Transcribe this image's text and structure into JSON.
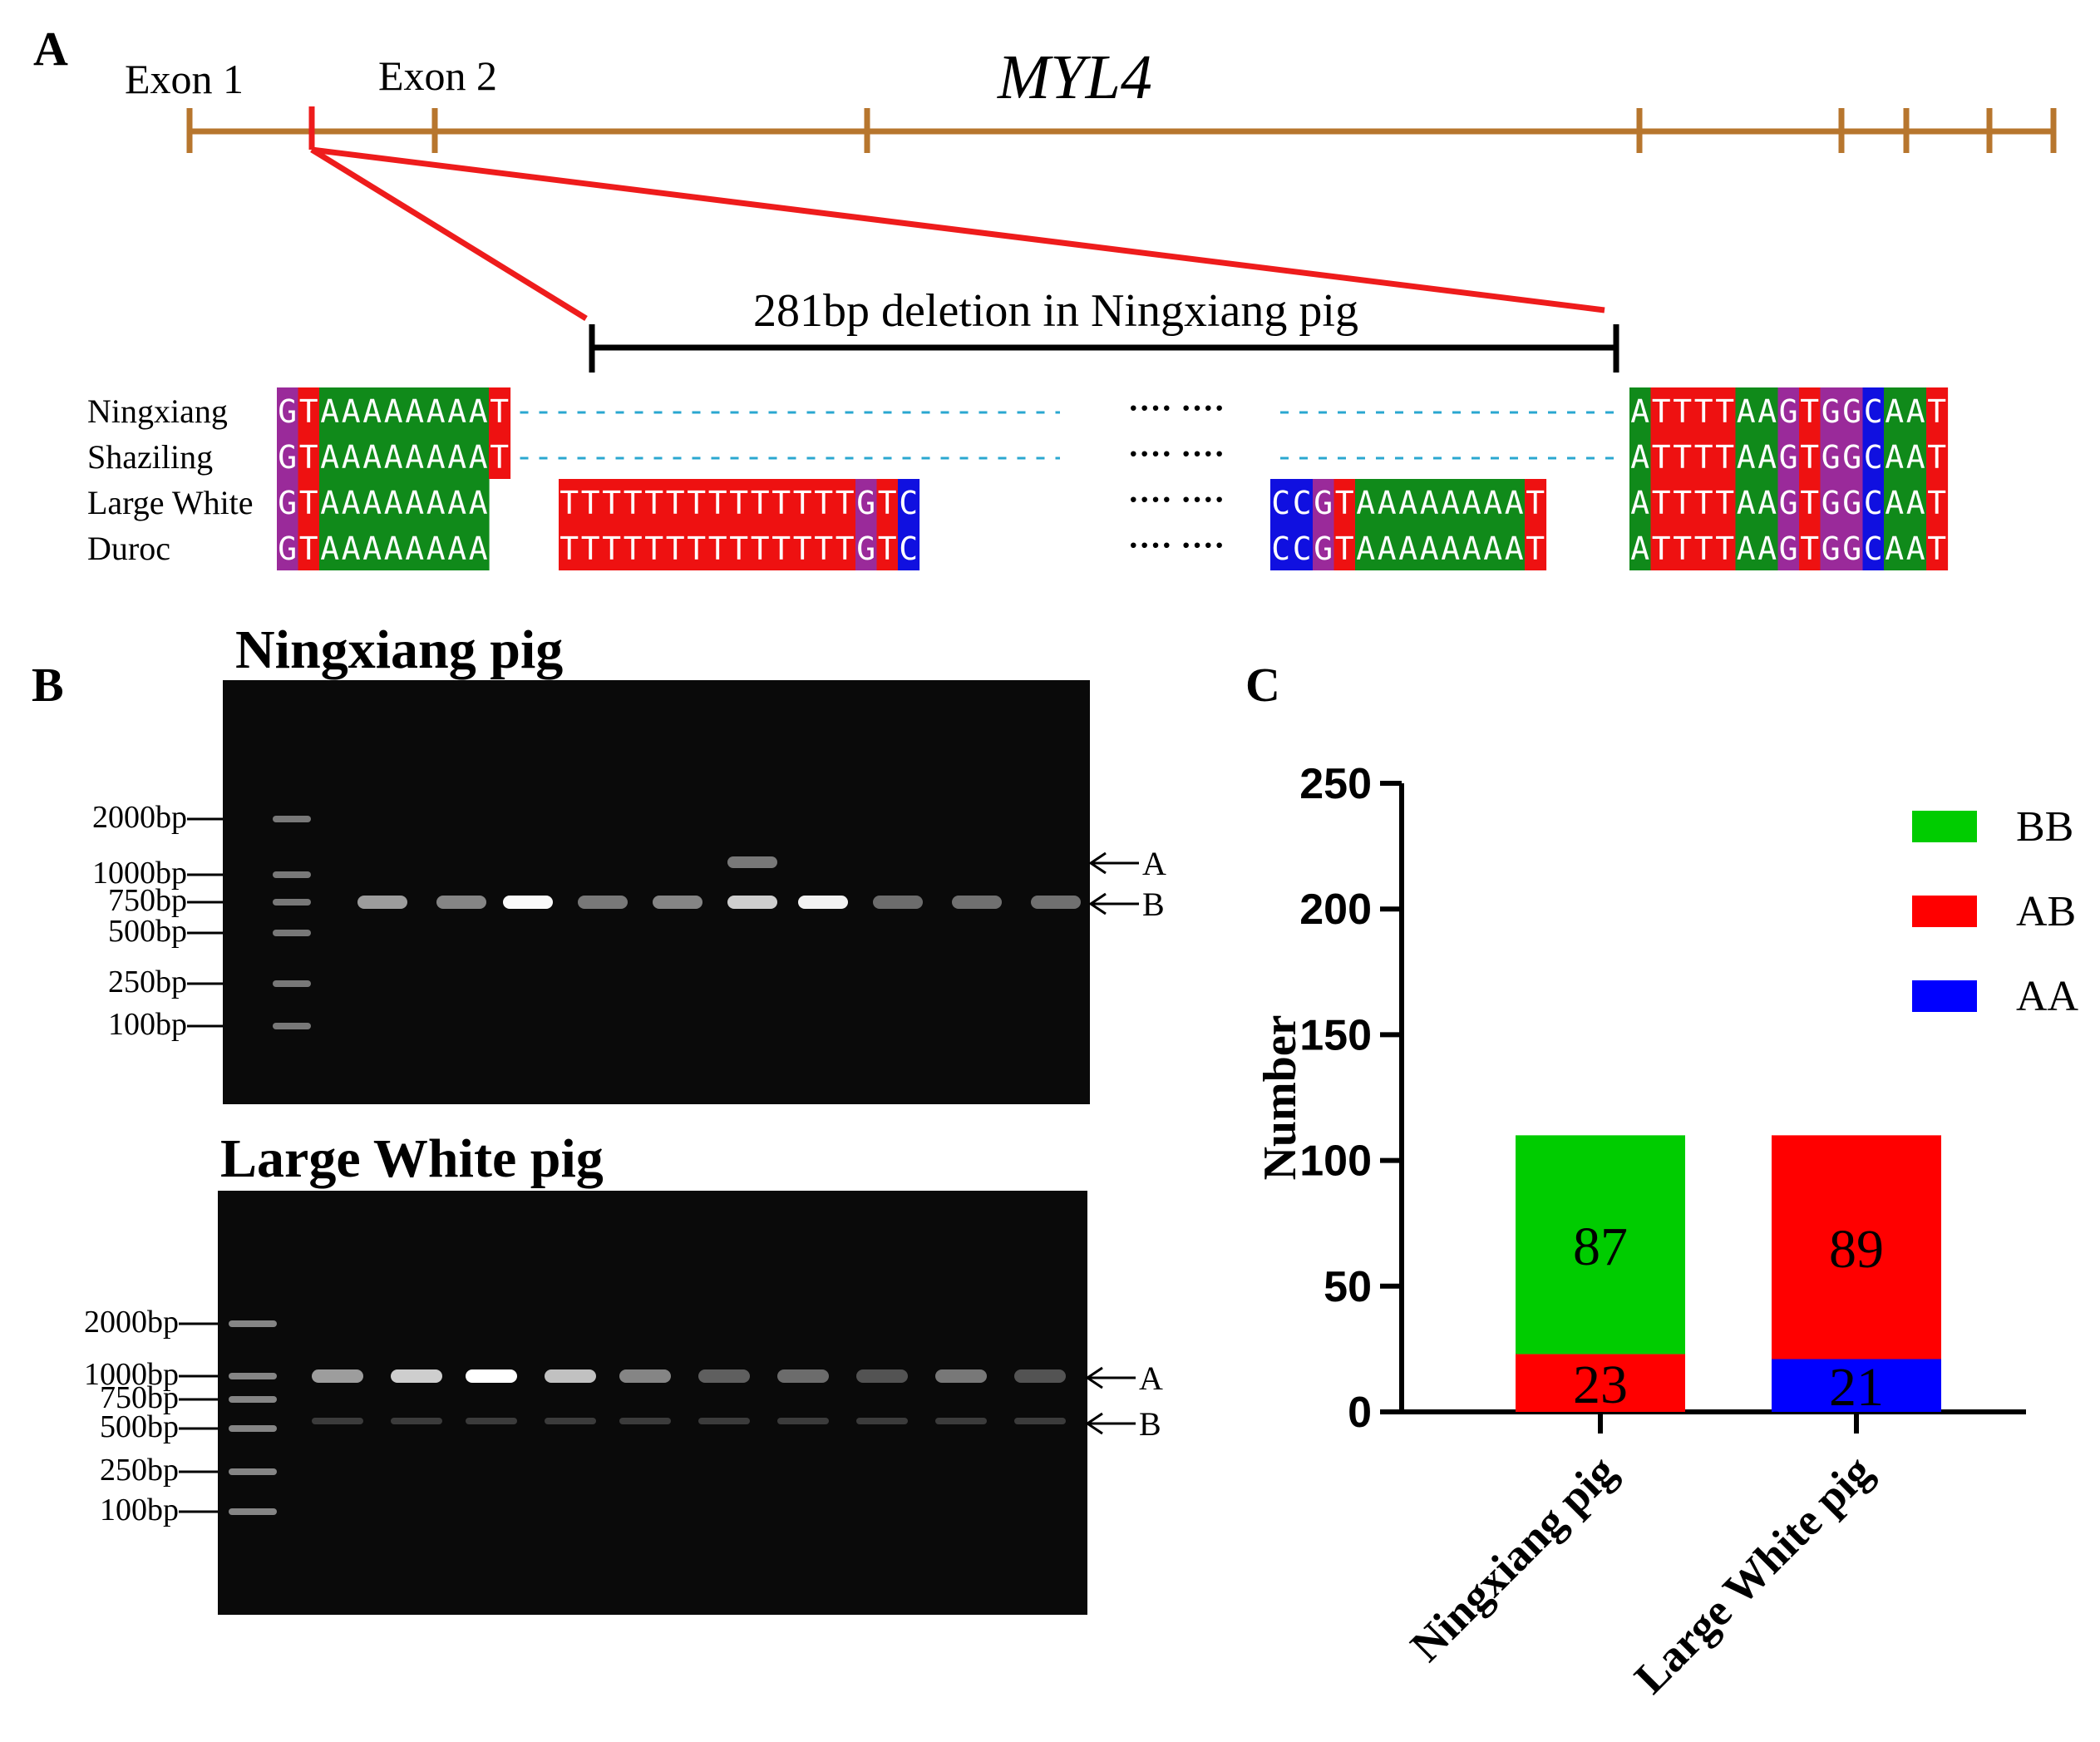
{
  "panel_a": {
    "label": "A",
    "gene": "MYL4",
    "exon1_label": "Exon 1",
    "exon2_label": "Exon 2",
    "deletion_label": "281bp deletion in Ningxiang pig",
    "ellipsis": "····  ····",
    "colors": {
      "gene_line": "#b7762e",
      "deletion_marker": "#ee1c1c",
      "A": "#108a1a",
      "T": "#ee1111",
      "G": "#9a2a9a",
      "C": "#1010e0"
    },
    "rows": [
      {
        "name": "Ningxiang",
        "left": "GTAAAAAAAAT",
        "mid_left": "",
        "mid_right": "",
        "right": "ATTTTAAGTGGCAAT",
        "gap": true
      },
      {
        "name": "Shaziling",
        "left": "GTAAAAAAAAT",
        "mid_left": "",
        "mid_right": "",
        "right": "ATTTTAAGTGGCAAT",
        "gap": true
      },
      {
        "name": "Large White",
        "left": "GTAAAAAAAA",
        "mid_left": "TTTTTTTTTTTTTTGTC",
        "mid_right": "CCGTAAAAAAAAT",
        "right": "ATTTTAAGTGGCAAT",
        "gap": false
      },
      {
        "name": "Duroc",
        "left": "GTAAAAAAAA",
        "mid_left": "TTTTTTTTTTTTTTGTC",
        "mid_right": "CCGTAAAAAAAAT",
        "right": "ATTTTAAGTGGCAAT",
        "gap": false
      }
    ]
  },
  "panel_b": {
    "label": "B",
    "gel1_title": "Ningxiang pig",
    "gel2_title": "Large White pig",
    "ladder1": [
      "2000bp",
      "1000bp",
      "750bp",
      "500bp",
      "250bp",
      "100bp"
    ],
    "ladder2": [
      "2000bp",
      "1000bp",
      "750bp",
      "500bp",
      "250bp",
      "100bp"
    ],
    "band_a": "A",
    "band_b": "B"
  },
  "panel_c": {
    "label": "C",
    "legend": [
      {
        "name": "BB",
        "color": "#00cc00"
      },
      {
        "name": "AB",
        "color": "#ff0000"
      },
      {
        "name": "AA",
        "color": "#0000ff"
      }
    ]
  },
  "chart_data": {
    "type": "bar",
    "stacked": true,
    "categories": [
      "Ningxiang pig",
      "Large White pig"
    ],
    "series": [
      {
        "name": "AA",
        "color": "#0000ff",
        "values": [
          0,
          21
        ]
      },
      {
        "name": "AB",
        "color": "#ff0000",
        "values": [
          23,
          89
        ]
      },
      {
        "name": "BB",
        "color": "#00cc00",
        "values": [
          87,
          0
        ]
      }
    ],
    "data_labels": [
      {
        "category": "Ningxiang pig",
        "series": "AB",
        "text": "23"
      },
      {
        "category": "Ningxiang pig",
        "series": "BB",
        "text": "87"
      },
      {
        "category": "Large White pig",
        "series": "AA",
        "text": "21"
      },
      {
        "category": "Large White pig",
        "series": "AB",
        "text": "89"
      }
    ],
    "ylabel": "Number",
    "ylim": [
      0,
      250
    ],
    "yticks": [
      "0",
      "50",
      "100",
      "150",
      "200",
      "250"
    ],
    "legend_position": "top-right"
  }
}
